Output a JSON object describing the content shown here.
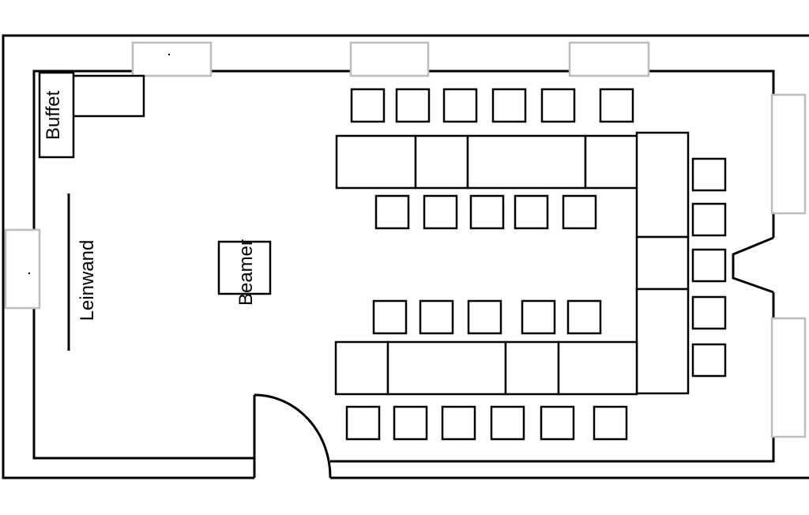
{
  "labels": {
    "buffet": "Buffet",
    "screen": "Leinwand",
    "projector": "Beamer"
  },
  "colors": {
    "wall": "#000000",
    "window": "#bdbdbd",
    "background": "#ffffff"
  }
}
